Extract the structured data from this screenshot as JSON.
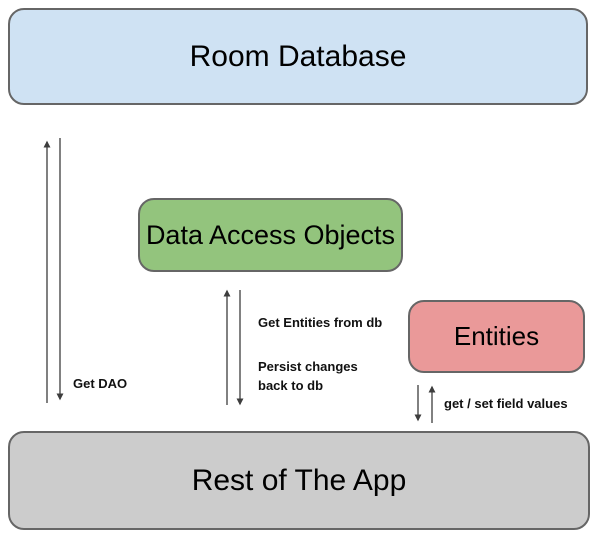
{
  "nodes": {
    "room_database": {
      "label": "Room Database",
      "fill": "#cfe2f3"
    },
    "dao": {
      "label": "Data Access Objects",
      "fill": "#93c47d"
    },
    "entities": {
      "label": "Entities",
      "fill": "#ea9999"
    },
    "rest_of_app": {
      "label": "Rest of The App",
      "fill": "#cccccc"
    }
  },
  "edge_labels": {
    "get_dao": "Get DAO",
    "get_entities": "Get Entities from db",
    "persist_changes": "Persist changes back to db",
    "get_set_fields": "get / set field values"
  },
  "colors": {
    "arrow": "#3d3d3d",
    "node_border": "#666666",
    "text": "#000000",
    "background": "#ffffff"
  }
}
